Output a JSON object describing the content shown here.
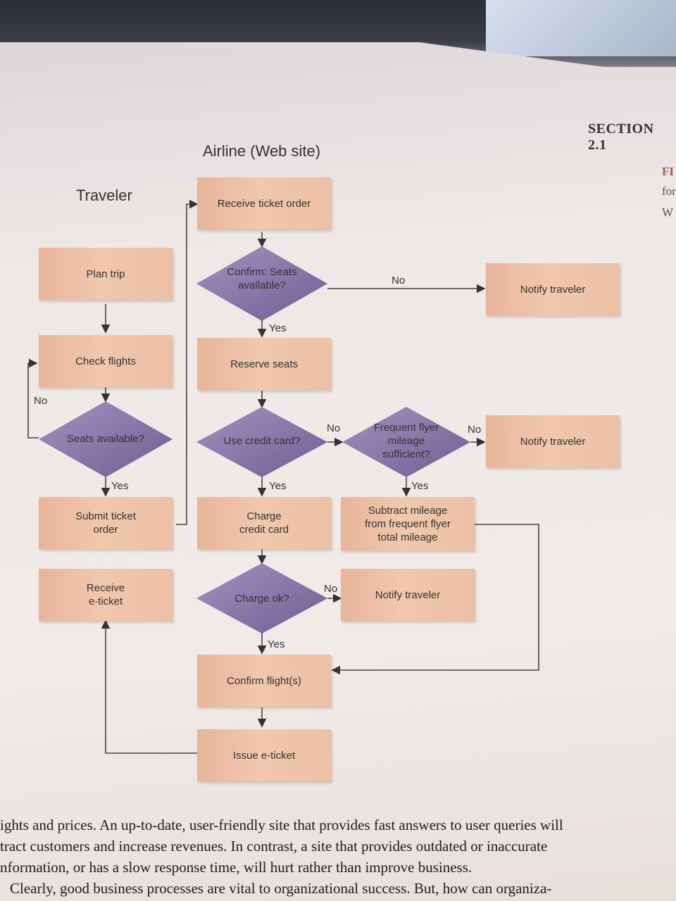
{
  "header": {
    "section_label": "SECTION 2.1",
    "margin_fragments": [
      "FI",
      "for",
      "W"
    ]
  },
  "diagram": {
    "lanes": {
      "traveler": "Traveler",
      "airline": "Airline (Web site)"
    },
    "boxes": {
      "plan_trip": "Plan trip",
      "check_flights": "Check flights",
      "submit_order": "Submit ticket order",
      "receive_eticket": "Receive e-ticket",
      "receive_order": "Receive ticket order",
      "reserve_seats": "Reserve seats",
      "charge_card": "Charge credit card",
      "confirm_flights": "Confirm flight(s)",
      "issue_eticket": "Issue e-ticket",
      "subtract_mileage": "Subtract mileage from frequent flyer total mileage",
      "notify_1": "Notify traveler",
      "notify_2": "Notify traveler",
      "notify_3": "Notify traveler"
    },
    "decisions": {
      "seats_available_traveler": "Seats available?",
      "confirm_seats": "Confirm: Seats available?",
      "use_credit_card": "Use credit card?",
      "frequent_flyer": "Frequent flyer mileage sufficient?",
      "charge_ok": "Charge ok?"
    },
    "edge_labels": {
      "no_check": "No",
      "yes_traveler": "Yes",
      "no_confirm": "No",
      "yes_confirm": "Yes",
      "no_credit": "No",
      "yes_credit": "Yes",
      "no_mileage": "No",
      "yes_mileage": "Yes",
      "no_charge": "No",
      "yes_charge": "Yes"
    }
  },
  "body_text": [
    "ights and prices. An up-to-date, user-friendly site that provides fast answers to user queries will",
    "tract customers and increase revenues. In contrast, a site that provides outdated or inaccurate",
    "nformation, or has a slow response time, will hurt rather than improve business.",
    "Clearly, good business processes are vital to organizational success. But, how can organiza-"
  ],
  "colors": {
    "box_fill": "#ecc0a4",
    "diamond_fill": "#8b78a8",
    "line": "#444444"
  }
}
